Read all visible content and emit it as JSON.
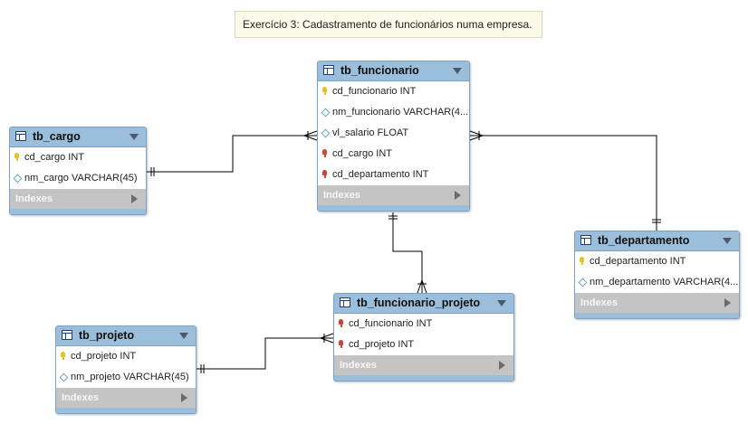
{
  "note": {
    "text": "Exercício 3: Cadastramento de funcionários numa empresa."
  },
  "indexes_label": "Indexes",
  "tables": {
    "cargo": {
      "name": "tb_cargo",
      "columns": [
        {
          "text": "cd_cargo INT",
          "icon": "primary-key-icon"
        },
        {
          "text": "nm_cargo VARCHAR(45)",
          "icon": "column-diamond-icon"
        }
      ]
    },
    "funcionario": {
      "name": "tb_funcionario",
      "columns": [
        {
          "text": "cd_funcionario INT",
          "icon": "primary-key-icon"
        },
        {
          "text": "nm_funcionario VARCHAR(4...",
          "icon": "column-diamond-icon"
        },
        {
          "text": "vl_salario FLOAT",
          "icon": "column-diamond-icon"
        },
        {
          "text": "cd_cargo INT",
          "icon": "foreign-key-icon"
        },
        {
          "text": "cd_departamento INT",
          "icon": "foreign-key-icon"
        }
      ]
    },
    "departamento": {
      "name": "tb_departamento",
      "columns": [
        {
          "text": "cd_departamento INT",
          "icon": "primary-key-icon"
        },
        {
          "text": "nm_departamento VARCHAR(4...",
          "icon": "column-diamond-icon"
        }
      ]
    },
    "funcionario_projeto": {
      "name": "tb_funcionario_projeto",
      "columns": [
        {
          "text": "cd_funcionario INT",
          "icon": "foreign-key-icon"
        },
        {
          "text": "cd_projeto INT",
          "icon": "foreign-key-icon"
        }
      ]
    },
    "projeto": {
      "name": "tb_projeto",
      "columns": [
        {
          "text": "cd_projeto INT",
          "icon": "primary-key-icon"
        },
        {
          "text": "nm_projeto VARCHAR(45)",
          "icon": "column-diamond-icon"
        }
      ]
    }
  },
  "relationships": [
    {
      "from": "tb_cargo",
      "to": "tb_funcionario",
      "cardinality": "one-to-many"
    },
    {
      "from": "tb_departamento",
      "to": "tb_funcionario",
      "cardinality": "one-to-many"
    },
    {
      "from": "tb_funcionario",
      "to": "tb_funcionario_projeto",
      "cardinality": "one-to-many"
    },
    {
      "from": "tb_projeto",
      "to": "tb_funcionario_projeto",
      "cardinality": "one-to-many"
    }
  ],
  "colors": {
    "header": "#9bbedb",
    "border": "#7fa1c4",
    "indexes_bar": "#c4c4c4",
    "primary_key": "#e6c12a",
    "foreign_key": "#c8473a",
    "connector": "#000000",
    "note_bg": "#fbf9e8"
  }
}
